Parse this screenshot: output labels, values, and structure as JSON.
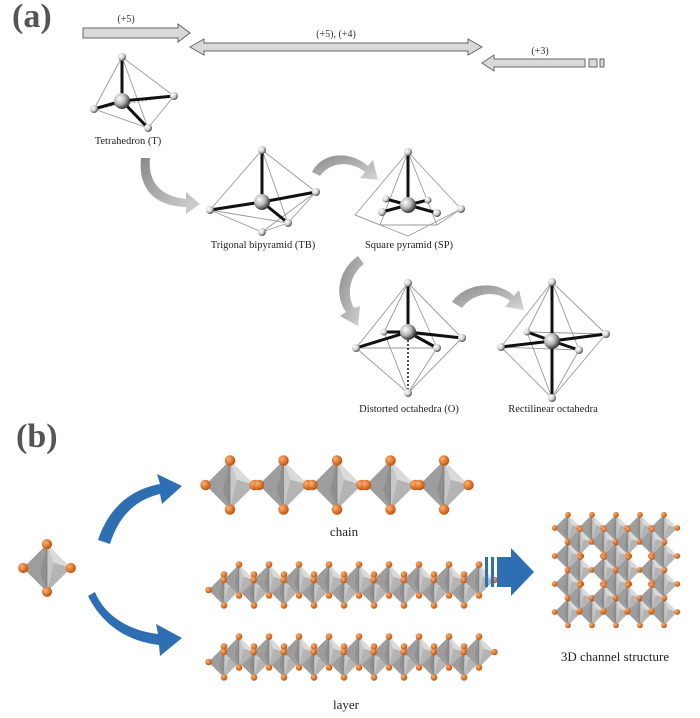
{
  "panel_a": {
    "label": "(a)",
    "oxidation_states": {
      "arrow1": "(+5)",
      "arrow2": "(+5), (+4)",
      "arrow3": "(+3)"
    },
    "geometries": {
      "tetrahedron": "Tetrahedron (T)",
      "trigonal_bipyramid": "Trigonal bipyramid (TB)",
      "square_pyramid": "Square pyramid (SP)",
      "distorted_octahedra": "Distorted octahedra (O)",
      "rectilinear_octahedra": "Rectilinear octahedra"
    }
  },
  "panel_b": {
    "label": "(b)",
    "chain": "chain",
    "layer": "layer",
    "structure_3d": "3D channel structure"
  },
  "colors": {
    "arrow_blue": "#2e6fb3",
    "atom_orange": "#d4661a",
    "poly_gray": "#a9a9a9",
    "band_gray": "#d9d9d9"
  }
}
